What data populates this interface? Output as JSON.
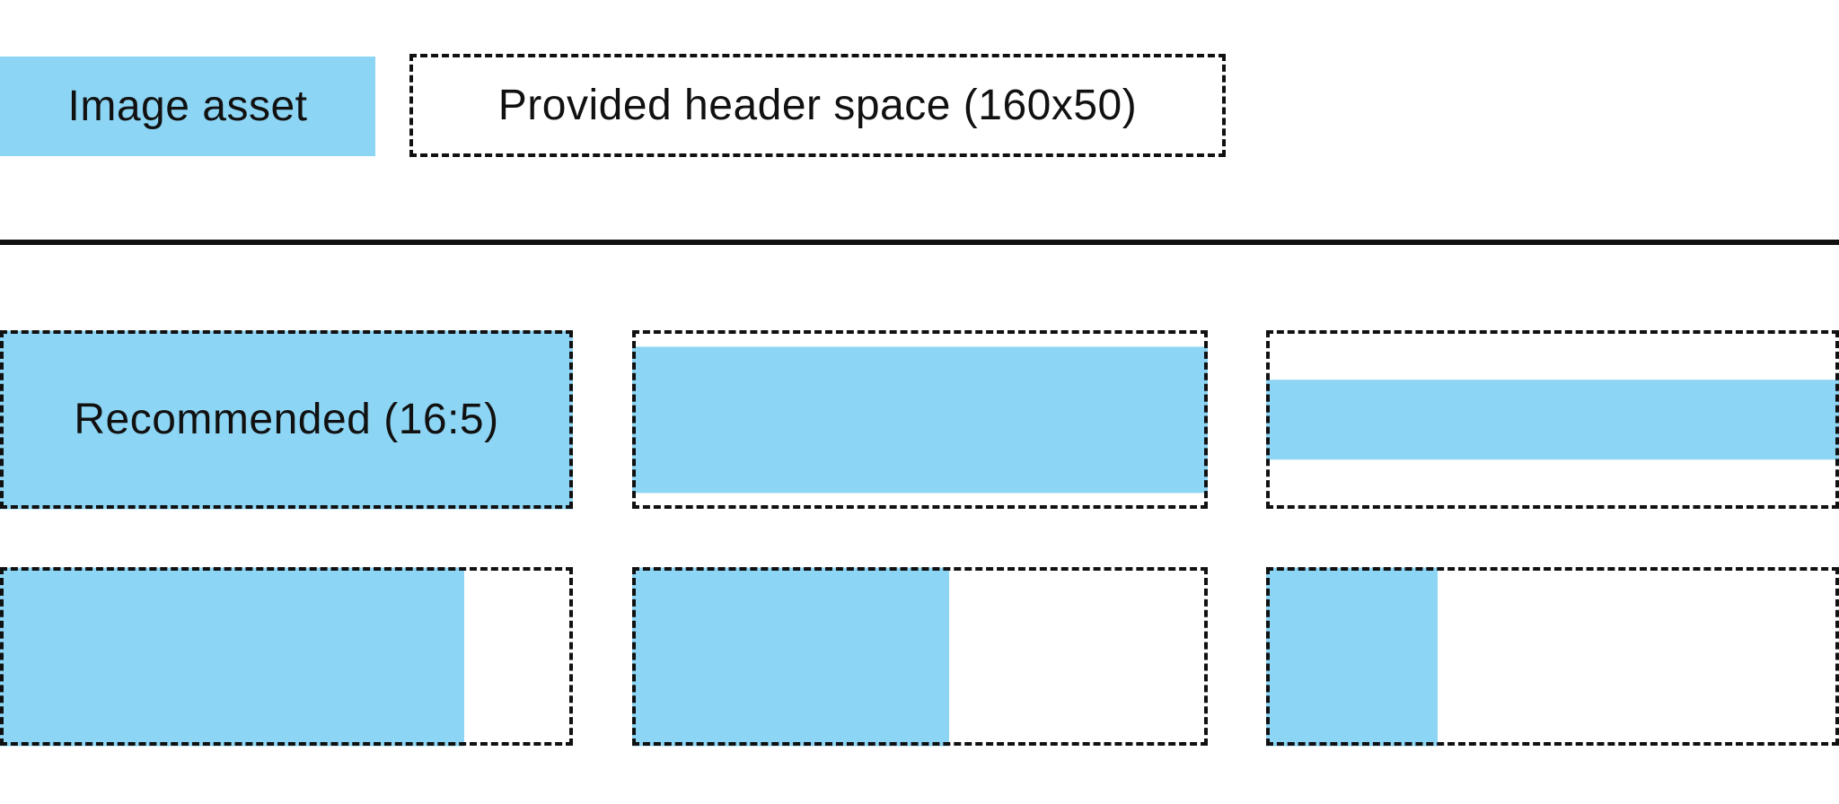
{
  "diagram": {
    "legend": {
      "image_asset_label": "Image asset",
      "header_space_label": "Provided header space (160x50)"
    },
    "colors": {
      "asset_blue": "#8DD5F4",
      "ink": "#111111"
    },
    "examples": [
      {
        "name": "recommended-16-5",
        "label": "Recommended (16:5)",
        "fill_width_pct": 100,
        "fill_height_pct": 100,
        "halign": "left",
        "valign": "center"
      },
      {
        "name": "wide-asset-fit-width",
        "label": "",
        "fill_width_pct": 100,
        "fill_height_pct": 82,
        "halign": "left",
        "valign": "center"
      },
      {
        "name": "extra-wide-asset-fit-width",
        "label": "",
        "fill_width_pct": 100,
        "fill_height_pct": 45,
        "halign": "left",
        "valign": "center"
      },
      {
        "name": "tall-asset-fit-height",
        "label": "",
        "fill_width_pct": 81,
        "fill_height_pct": 100,
        "halign": "left",
        "valign": "center"
      },
      {
        "name": "taller-asset-fit-height",
        "label": "",
        "fill_width_pct": 55,
        "fill_height_pct": 100,
        "halign": "left",
        "valign": "center"
      },
      {
        "name": "tallest-asset-fit-height",
        "label": "",
        "fill_width_pct": 30,
        "fill_height_pct": 100,
        "halign": "left",
        "valign": "center"
      }
    ]
  }
}
